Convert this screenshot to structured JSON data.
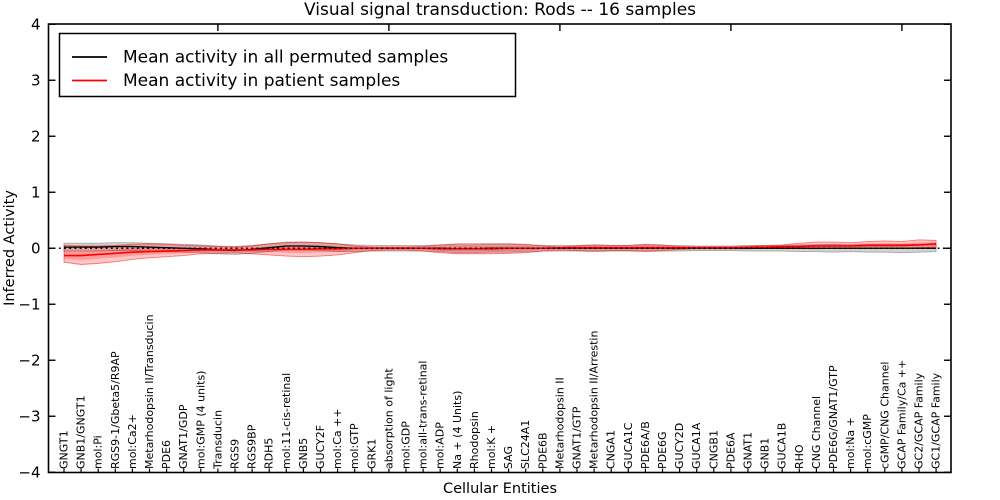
{
  "chart_data": {
    "type": "line",
    "title": "Visual signal transduction: Rods -- 16 samples",
    "xlabel": "Cellular Entities",
    "ylabel": "Inferred Activity",
    "ylim": [
      -4,
      4
    ],
    "ytick_labels": [
      "4",
      "3",
      "2",
      "1",
      "0",
      "−1",
      "−2",
      "−3",
      "−4"
    ],
    "ytick_values": [
      4,
      3,
      2,
      1,
      0,
      -1,
      -2,
      -3,
      -4
    ],
    "grid": false,
    "legend_position": "upper left",
    "zero_reference_line": 0,
    "categories": [
      "GNGT1",
      "GNB1/GNGT1",
      "mol:Pi",
      "RGS9-1/Gbeta5/R9AP",
      "mol:Ca2+",
      "Metarhodopsin II/Transducin",
      "PDE6",
      "GNAT1/GDP",
      "mol:GMP (4 units)",
      "Transducin",
      "RGS9",
      "RGS9BP",
      "RDH5",
      "mol:11-cis-retinal",
      "GNB5",
      "GUCY2F",
      "mol:Ca ++",
      "mol:GTP",
      "GRK1",
      "absorption of light",
      "mol:GDP",
      "mol:all-trans-retinal",
      "mol:ADP",
      "Na + (4 Units)",
      "Rhodopsin",
      "mol:K +",
      "SAG",
      "SLC24A1",
      "PDE6B",
      "Metarhodopsin II",
      "GNAT1/GTP",
      "Metarhodopsin II/Arrestin",
      "CNGA1",
      "GUCA1C",
      "PDE6A/B",
      "PDE6G",
      "GUCY2D",
      "GUCA1A",
      "CNGB1",
      "PDE6A",
      "GNAT1",
      "GNB1",
      "GUCA1B",
      "RHO",
      "CNG Channel",
      "PDE6G/GNAT1/GTP",
      "mol:Na +",
      "mol:cGMP",
      "cGMP/CNG Channel",
      "GCAP Family/Ca ++",
      "GC2/GCAP Family",
      "GC1/GCAP Family"
    ],
    "series": [
      {
        "name": "Mean activity in all permuted samples",
        "color": "#000000",
        "values": [
          0.02,
          0.02,
          0.02,
          0.03,
          0.03,
          0.02,
          0.01,
          0.0,
          -0.01,
          -0.03,
          -0.04,
          -0.02,
          0.01,
          0.04,
          0.04,
          0.03,
          0.01,
          0.0,
          0.0,
          0.0,
          0.0,
          0.0,
          0.0,
          -0.01,
          -0.01,
          0.0,
          0.0,
          0.0,
          0.0,
          0.0,
          0.0,
          0.0,
          0.0,
          0.0,
          0.0,
          0.0,
          0.0,
          0.0,
          0.0,
          0.0,
          0.0,
          0.0,
          0.0,
          0.0,
          0.0,
          0.0,
          0.0,
          0.0,
          0.0,
          0.0,
          0.0,
          0.0
        ]
      },
      {
        "name": "Mean activity in patient samples",
        "color": "#ff0000",
        "values": [
          -0.13,
          -0.13,
          -0.11,
          -0.09,
          -0.07,
          -0.06,
          -0.05,
          -0.04,
          -0.03,
          -0.03,
          -0.03,
          -0.03,
          -0.02,
          -0.02,
          -0.02,
          -0.01,
          -0.01,
          0.0,
          0.0,
          0.0,
          0.0,
          0.0,
          -0.01,
          -0.01,
          -0.01,
          -0.01,
          0.0,
          0.0,
          0.0,
          0.01,
          0.01,
          0.01,
          0.01,
          0.01,
          0.01,
          0.01,
          0.01,
          0.01,
          0.01,
          0.01,
          0.02,
          0.02,
          0.03,
          0.03,
          0.04,
          0.04,
          0.04,
          0.05,
          0.05,
          0.05,
          0.06,
          0.08
        ]
      }
    ],
    "bands": [
      {
        "name": "permuted-samples-std-band",
        "fill": "rgba(115,115,115,0.32)",
        "edge": "rgba(90,90,90,0.45)",
        "upper": [
          0.09,
          0.09,
          0.09,
          0.1,
          0.1,
          0.09,
          0.08,
          0.07,
          0.06,
          0.04,
          0.03,
          0.05,
          0.08,
          0.11,
          0.11,
          0.1,
          0.08,
          0.06,
          0.05,
          0.05,
          0.05,
          0.05,
          0.06,
          0.06,
          0.06,
          0.07,
          0.07,
          0.06,
          0.05,
          0.05,
          0.05,
          0.06,
          0.05,
          0.05,
          0.06,
          0.05,
          0.05,
          0.04,
          0.04,
          0.04,
          0.05,
          0.05,
          0.05,
          0.06,
          0.06,
          0.07,
          0.06,
          0.07,
          0.07,
          0.07,
          0.07,
          0.06
        ],
        "lower": [
          -0.05,
          -0.05,
          -0.05,
          -0.04,
          -0.04,
          -0.05,
          -0.06,
          -0.07,
          -0.08,
          -0.1,
          -0.11,
          -0.09,
          -0.06,
          -0.03,
          -0.03,
          -0.04,
          -0.06,
          -0.06,
          -0.05,
          -0.05,
          -0.05,
          -0.05,
          -0.06,
          -0.08,
          -0.08,
          -0.07,
          -0.07,
          -0.06,
          -0.05,
          -0.05,
          -0.05,
          -0.06,
          -0.05,
          -0.05,
          -0.06,
          -0.05,
          -0.05,
          -0.04,
          -0.04,
          -0.04,
          -0.05,
          -0.05,
          -0.05,
          -0.06,
          -0.06,
          -0.07,
          -0.06,
          -0.07,
          -0.07,
          -0.08,
          -0.07,
          -0.06
        ]
      },
      {
        "name": "patient-samples-std-band",
        "fill": "rgba(255,0,0,0.22)",
        "edge": "rgba(255,0,0,0.50)",
        "upper": [
          0.05,
          0.04,
          0.04,
          0.05,
          0.07,
          0.08,
          0.07,
          0.05,
          0.04,
          0.03,
          0.02,
          0.04,
          0.08,
          0.1,
          0.11,
          0.1,
          0.08,
          0.04,
          0.02,
          0.02,
          0.02,
          0.03,
          0.06,
          0.08,
          0.08,
          0.08,
          0.08,
          0.07,
          0.04,
          0.02,
          0.04,
          0.06,
          0.05,
          0.05,
          0.07,
          0.06,
          0.03,
          0.02,
          0.02,
          0.02,
          0.03,
          0.05,
          0.06,
          0.09,
          0.11,
          0.11,
          0.1,
          0.12,
          0.13,
          0.12,
          0.15,
          0.14
        ],
        "lower": [
          -0.25,
          -0.29,
          -0.27,
          -0.24,
          -0.2,
          -0.17,
          -0.15,
          -0.13,
          -0.1,
          -0.09,
          -0.08,
          -0.1,
          -0.12,
          -0.14,
          -0.15,
          -0.14,
          -0.12,
          -0.08,
          -0.04,
          -0.03,
          -0.03,
          -0.05,
          -0.08,
          -0.1,
          -0.1,
          -0.1,
          -0.09,
          -0.08,
          -0.05,
          -0.03,
          -0.04,
          -0.05,
          -0.04,
          -0.04,
          -0.05,
          -0.04,
          -0.02,
          -0.01,
          -0.01,
          -0.01,
          -0.01,
          0.0,
          0.0,
          0.0,
          -0.01,
          0.0,
          0.0,
          0.0,
          0.0,
          0.0,
          0.01,
          0.02
        ]
      }
    ],
    "colors": {
      "permuted_line": "#000000",
      "patient_line": "#ff0000",
      "axis": "#000000",
      "background": "#ffffff"
    }
  }
}
